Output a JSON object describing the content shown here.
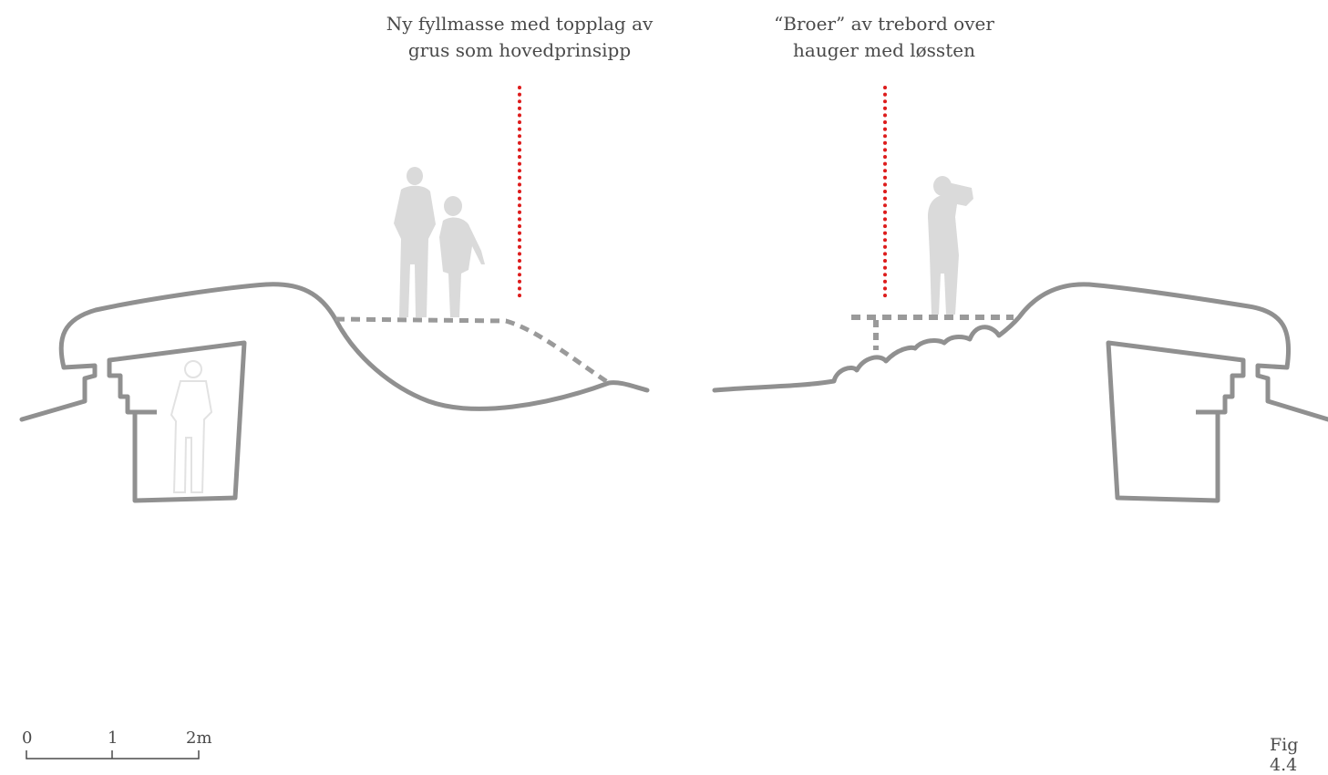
{
  "annotations": {
    "left": {
      "line1": "Ny fyllmasse med topplag av",
      "line2": "grus som hovedprinsipp"
    },
    "right": {
      "line1": "“Broer” av trebord over",
      "line2": "hauger med løssten"
    }
  },
  "scale_bar": {
    "labels": [
      "0",
      "1",
      "2m"
    ]
  },
  "figure_label": "Fig 4.4",
  "colors": {
    "ground_fill": "#e6e6e6",
    "outline": "#909090",
    "dashed_path": "#999999",
    "indicator": "#dd1c1c",
    "silhouette": "#dadada",
    "text": "#4a4a4a"
  }
}
